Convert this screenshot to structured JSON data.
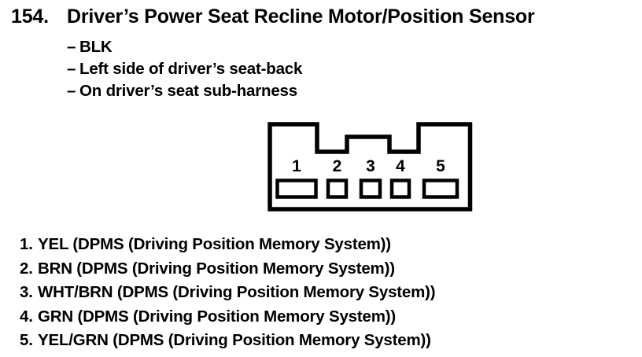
{
  "document": {
    "item_number": "154.",
    "title": "Driver’s Power Seat Recline Motor/Position Sensor",
    "attributes": [
      {
        "bullet": "–",
        "text": "BLK"
      },
      {
        "bullet": "–",
        "text": "Left side of driver’s seat-back"
      },
      {
        "bullet": "–",
        "text": "On driver’s seat sub-harness"
      }
    ]
  },
  "connector": {
    "description": "5-cavity connector, front view",
    "pins": [
      {
        "number": "1",
        "marker": "1.",
        "description": "YEL (DPMS (Driving Position Memory System))"
      },
      {
        "number": "2",
        "marker": "2.",
        "description": "BRN (DPMS (Driving Position Memory System))"
      },
      {
        "number": "3",
        "marker": "3.",
        "description": "WHT/BRN (DPMS (Driving Position Memory System))"
      },
      {
        "number": "4",
        "marker": "4.",
        "description": "GRN (DPMS (Driving Position Memory System))"
      },
      {
        "number": "5",
        "marker": "5.",
        "description": "YEL/GRN (DPMS (Driving Position Memory System))"
      }
    ]
  },
  "colors": {
    "ink": "#000000",
    "paper": "#ffffff"
  }
}
